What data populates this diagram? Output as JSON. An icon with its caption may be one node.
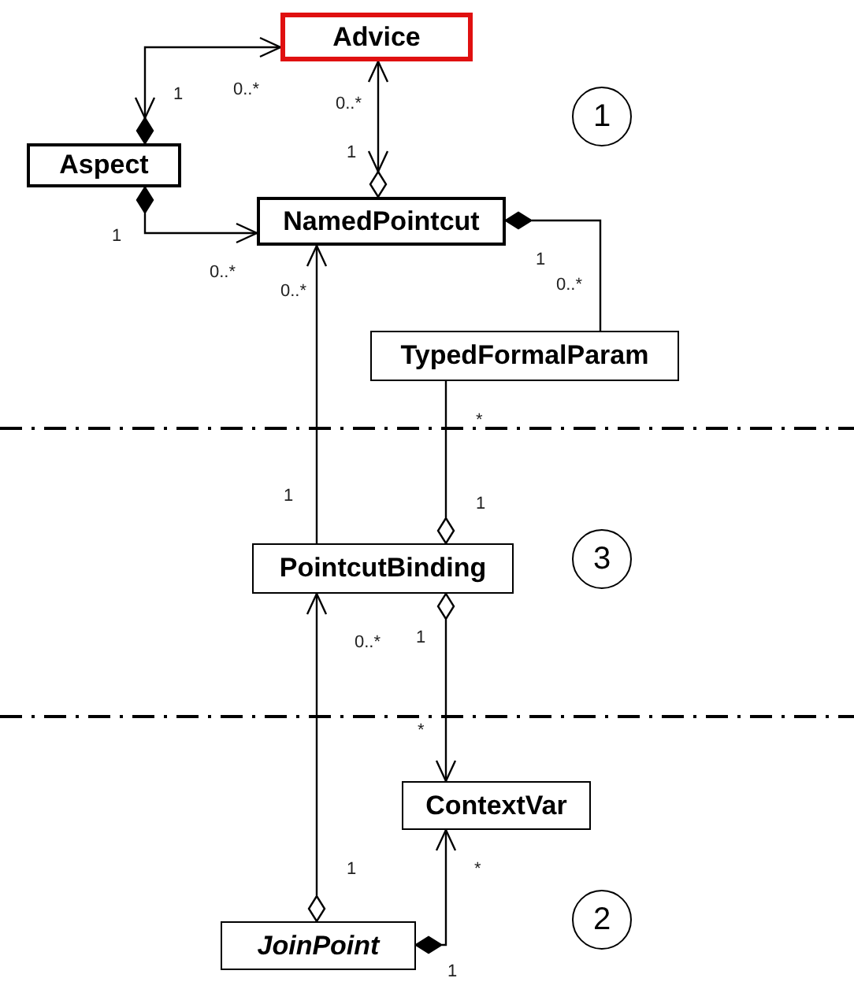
{
  "diagram": {
    "nodes": [
      {
        "text": [
          "Advice"
        ]
      },
      {
        "text": [
          "Aspect"
        ]
      },
      {
        "text": [
          "NamedPointcut"
        ]
      },
      {
        "text": [
          "TypedFormalParam"
        ]
      },
      {
        "text": [
          "PointcutBinding"
        ]
      },
      {
        "text": [
          "ContextVar"
        ]
      },
      {
        "text": [
          "JoinPoint"
        ]
      },
      {
        "text": [
          "1"
        ]
      },
      {
        "text": [
          "3"
        ]
      },
      {
        "text": [
          "2"
        ]
      }
    ],
    "edges": [
      {
        "from": 1,
        "to": 0,
        "arrow": "both"
      },
      {
        "from": 1,
        "to": 2,
        "arrow": "to"
      },
      {
        "from": 2,
        "to": 0,
        "arrow": "both"
      },
      {
        "from": 3,
        "to": 2,
        "arrow": "other"
      },
      {
        "from": 4,
        "to": 2,
        "arrow": "to"
      },
      {
        "from": 3,
        "to": 4,
        "arrow": "other"
      },
      {
        "from": 4,
        "to": 5,
        "arrow": "to"
      },
      {
        "from": 6,
        "to": 4,
        "arrow": "to"
      },
      {
        "from": 6,
        "to": 5,
        "arrow": "to"
      }
    ],
    "labels": [
      "0..*",
      "1",
      "0..*",
      "1",
      "1",
      "1",
      "0..*",
      "0..*",
      "0..*",
      "*",
      "1",
      "1",
      "1",
      "0..*",
      "*",
      "1",
      "*",
      "1"
    ]
  }
}
